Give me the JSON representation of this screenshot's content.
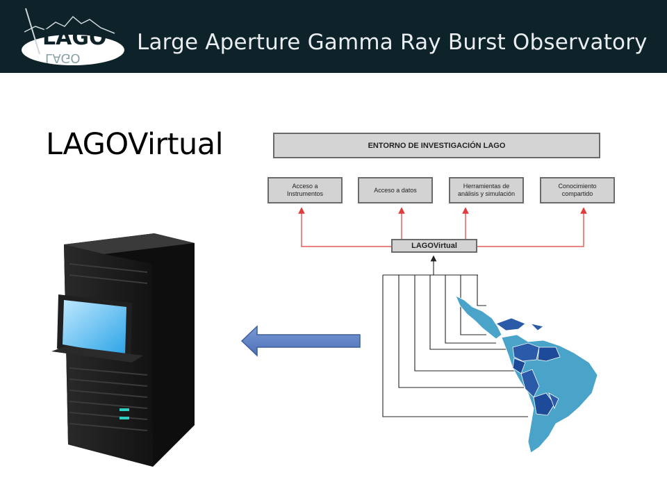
{
  "header": {
    "logo_text": "LAGO",
    "title": "Large Aperture Gamma Ray Burst Observatory",
    "background_color": "#0d2329"
  },
  "slide": {
    "title": "LAGOVirtual"
  },
  "diagram": {
    "top_box": "ENTORNO DE INVESTIGACIÓN LAGO",
    "services": [
      {
        "label": "Acceso a\nInstrumentos"
      },
      {
        "label": "Acceso a datos"
      },
      {
        "label": "Herramientas de\nanálisis y simulación"
      },
      {
        "label": "Conocimiento\ncompartido"
      }
    ],
    "hub": "LAGOVirtual",
    "connector_color": "#e03a3a",
    "map_color": "#4aa3c9",
    "arrow_color": "#5b7fc4"
  }
}
